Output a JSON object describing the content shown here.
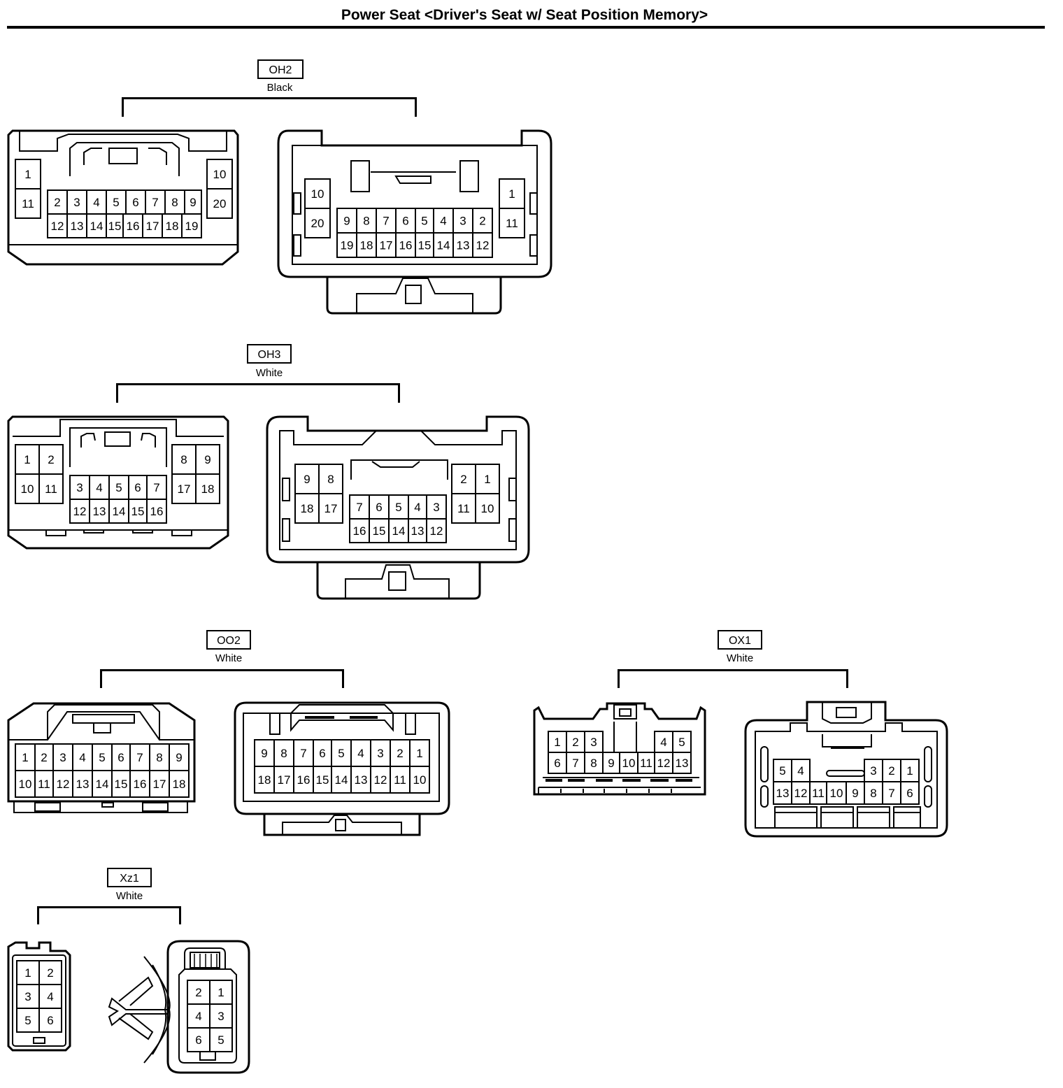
{
  "title": "Power Seat <Driver's Seat w/ Seat Position Memory>",
  "connectors": [
    {
      "id": "OH2",
      "color": "Black"
    },
    {
      "id": "OH3",
      "color": "White"
    },
    {
      "id": "OO2",
      "color": "White"
    },
    {
      "id": "OX1",
      "color": "White"
    },
    {
      "id": "Xz1",
      "color": "White"
    }
  ]
}
